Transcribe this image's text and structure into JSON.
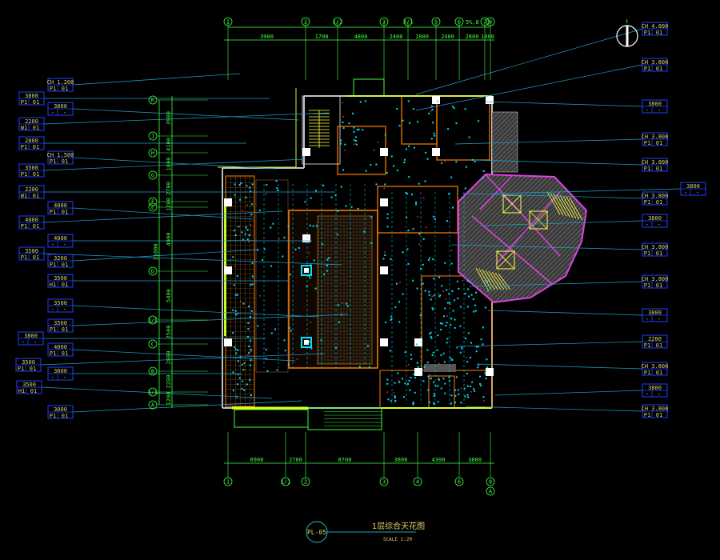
{
  "title_block": {
    "sheet_no": "PL-05",
    "title": "1层综合天花图",
    "scale": "SCALE  1:20"
  },
  "north_symbol": "north-arrow-icon",
  "colors": {
    "grid": "#40ff40",
    "tag_box": "#2040ff",
    "tag_text": "#d8d060",
    "leader": "#20a0d0",
    "wall": "#c0c0c0",
    "room": "#ff8000",
    "light": "#00e0ff",
    "hatch": "#e040e0",
    "stair": "#ffff40"
  },
  "top_axis": {
    "labels": [
      "1",
      "2",
      "1/2",
      "3",
      "3/1",
      "5",
      "6",
      "7",
      "8"
    ],
    "dims": [
      "3900",
      "1700",
      "4800",
      "2400",
      "1800",
      "2400",
      "2800",
      "1400"
    ],
    "note": "5%,8"
  },
  "bottom_axis": {
    "labels": [
      "1",
      "1/1",
      "2",
      "3",
      "4",
      "6",
      "8"
    ],
    "sub_label": "A",
    "dims": [
      "6900",
      "2700",
      "8700",
      "3800",
      "4300",
      "3800"
    ]
  },
  "left_axis": {
    "labels": [
      "K",
      "J",
      "H",
      "G",
      "F",
      "E",
      "D",
      "1/C",
      "C",
      "B",
      "1/A",
      "A"
    ],
    "dims": [
      "3900",
      "4100",
      "1800",
      "2700",
      "1200",
      "4900",
      "5400",
      "2500",
      "2800",
      "2200",
      "1200"
    ],
    "total": "31000"
  },
  "left_tags": [
    {
      "h": "CH 1.200",
      "a": "P1",
      "b": "01"
    },
    {
      "h": "3800",
      "a": "P1",
      "b": "01"
    },
    {
      "h": "3800",
      "a": "-",
      "b": "-"
    },
    {
      "h": "2200",
      "a": "W1",
      "b": "01"
    },
    {
      "h": "2800",
      "a": "P1",
      "b": "01"
    },
    {
      "h": "CH 1.500",
      "a": "P1",
      "b": "01"
    },
    {
      "h": "3500",
      "a": "P1",
      "b": "01"
    },
    {
      "h": "2200",
      "a": "W1",
      "b": "01"
    },
    {
      "h": "4000",
      "a": "P1",
      "b": "01"
    },
    {
      "h": "4000",
      "a": "P1",
      "b": "01"
    },
    {
      "h": "4000",
      "a": "-",
      "b": "-"
    },
    {
      "h": "3500",
      "a": "P1",
      "b": "01"
    },
    {
      "h": "3200",
      "a": "P1",
      "b": "01"
    },
    {
      "h": "3500",
      "a": "H1",
      "b": "01"
    },
    {
      "h": "3500",
      "a": "-",
      "b": "-"
    },
    {
      "h": "3500",
      "a": "P1",
      "b": "01"
    },
    {
      "h": "3800",
      "a": "-",
      "b": "-"
    },
    {
      "h": "4000",
      "a": "P1",
      "b": "01"
    },
    {
      "h": "3500",
      "a": "P1",
      "b": "01"
    },
    {
      "h": "3800",
      "a": "-",
      "b": "-"
    },
    {
      "h": "3500",
      "a": "H1",
      "b": "01"
    },
    {
      "h": "3000",
      "a": "P1",
      "b": "01"
    }
  ],
  "right_tags": [
    {
      "h": "CH 4.800",
      "a": "P1",
      "b": "01"
    },
    {
      "h": "CH 3.800",
      "a": "P1",
      "b": "01"
    },
    {
      "h": "3800",
      "a": "-",
      "b": "-"
    },
    {
      "h": "CH 3.800",
      "a": "P1",
      "b": "01"
    },
    {
      "h": "CH 3.800",
      "a": "P1",
      "b": "01"
    },
    {
      "h": "3800",
      "a": "-",
      "b": "-"
    },
    {
      "h": "CH 3.800",
      "a": "P1",
      "b": "01"
    },
    {
      "h": "3800",
      "a": "-",
      "b": "-"
    },
    {
      "h": "CH 3.800",
      "a": "P1",
      "b": "01"
    },
    {
      "h": "CH 3.800",
      "a": "P1",
      "b": "01"
    },
    {
      "h": "3800",
      "a": "-",
      "b": "-"
    },
    {
      "h": "2200",
      "a": "P1",
      "b": "01"
    },
    {
      "h": "CH 3.800",
      "a": "P1",
      "b": "01"
    },
    {
      "h": "3800",
      "a": "-",
      "b": "-"
    },
    {
      "h": "CH 3.800",
      "a": "P1",
      "b": "01"
    }
  ]
}
